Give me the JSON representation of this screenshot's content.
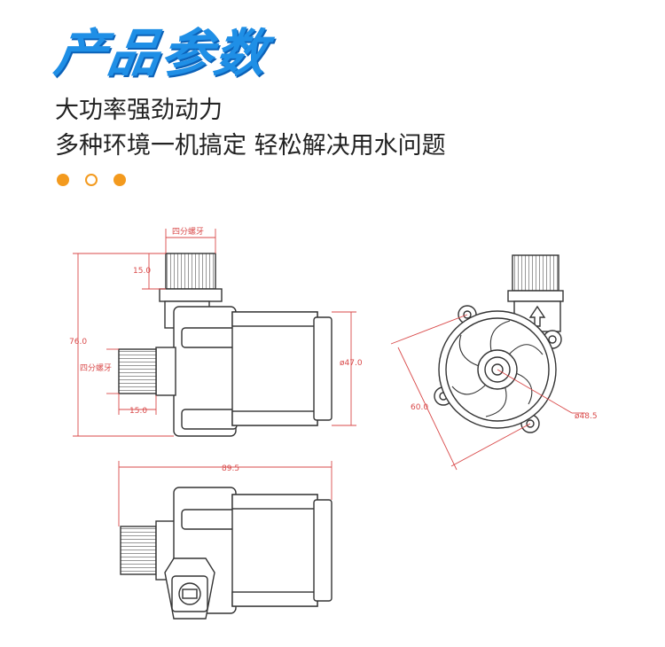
{
  "header": {
    "title": "产品参数",
    "line1": "大功率强劲动力",
    "line2": "多种环境一机搞定  轻松解决用水问题"
  },
  "decor_dots": [
    "filled",
    "ring",
    "filled"
  ],
  "colors": {
    "title": "#1f8fe6",
    "title_shadow": "#0c62b8",
    "accent": "#f39a1e",
    "dimension": "#d94a4a",
    "outline": "#333333"
  },
  "dimensions": {
    "thread_top": "四分螺牙",
    "thread_side": "四分螺牙",
    "top_thread_len": "15.0",
    "total_height": "76.0",
    "body_diameter": "ø47.0",
    "side_thread_len": "15.0",
    "flange_span": "60.0",
    "impeller_diameter": "ø48.5",
    "total_length": "89.5"
  }
}
